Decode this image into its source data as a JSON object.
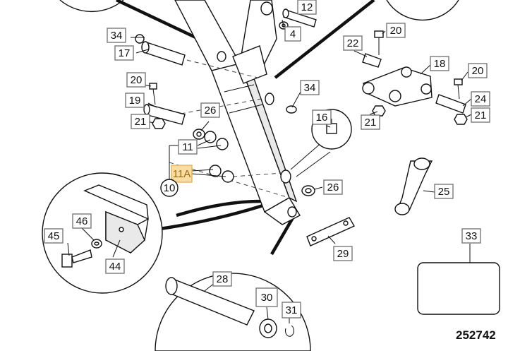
{
  "callouts": [
    {
      "id": "c12",
      "label": "12",
      "highlight": false
    },
    {
      "id": "c4",
      "label": "4",
      "highlight": false
    },
    {
      "id": "c34a",
      "label": "34",
      "highlight": false
    },
    {
      "id": "c17",
      "label": "17",
      "highlight": false
    },
    {
      "id": "c20a",
      "label": "20",
      "highlight": false
    },
    {
      "id": "c19",
      "label": "19",
      "highlight": false
    },
    {
      "id": "c26a",
      "label": "26",
      "highlight": false
    },
    {
      "id": "c21a",
      "label": "21",
      "highlight": false
    },
    {
      "id": "c11",
      "label": "11",
      "highlight": false
    },
    {
      "id": "c11A",
      "label": "11A",
      "highlight": true
    },
    {
      "id": "c34b",
      "label": "34",
      "highlight": false
    },
    {
      "id": "c16",
      "label": "16",
      "highlight": false
    },
    {
      "id": "c26b",
      "label": "26",
      "highlight": false
    },
    {
      "id": "c22",
      "label": "22",
      "highlight": false
    },
    {
      "id": "c20b",
      "label": "20",
      "highlight": false
    },
    {
      "id": "c18",
      "label": "18",
      "highlight": false
    },
    {
      "id": "c20c",
      "label": "20",
      "highlight": false
    },
    {
      "id": "c24",
      "label": "24",
      "highlight": false
    },
    {
      "id": "c21b",
      "label": "21",
      "highlight": false
    },
    {
      "id": "c21c",
      "label": "21",
      "highlight": false
    },
    {
      "id": "c25",
      "label": "25",
      "highlight": false
    },
    {
      "id": "c29",
      "label": "29",
      "highlight": false
    },
    {
      "id": "c46",
      "label": "46",
      "highlight": false
    },
    {
      "id": "c45",
      "label": "45",
      "highlight": false
    },
    {
      "id": "c44",
      "label": "44",
      "highlight": false
    },
    {
      "id": "c28",
      "label": "28",
      "highlight": false
    },
    {
      "id": "c30",
      "label": "30",
      "highlight": false
    },
    {
      "id": "c31",
      "label": "31",
      "highlight": false
    },
    {
      "id": "c33",
      "label": "33",
      "highlight": false
    }
  ],
  "circled_label": "10",
  "reference_number": "252742"
}
